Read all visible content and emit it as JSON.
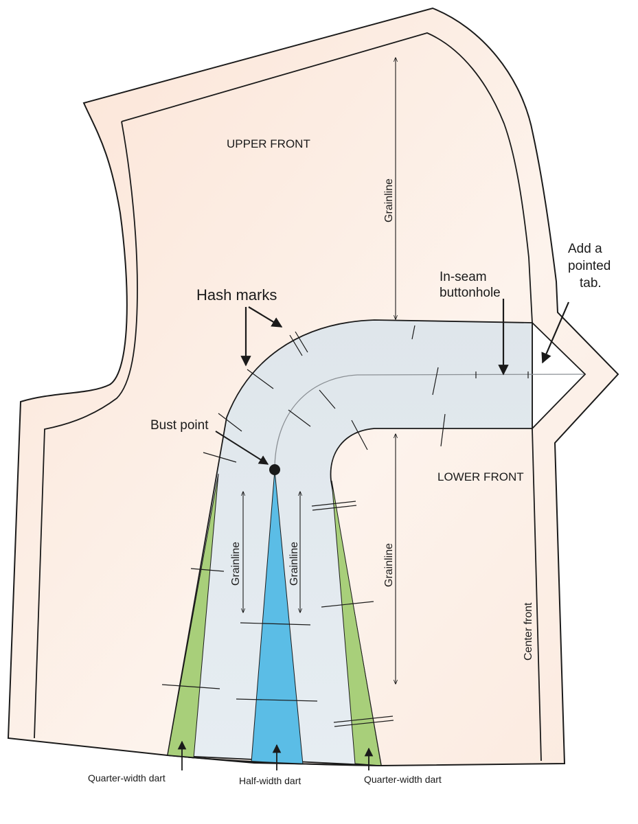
{
  "labels": {
    "upper_front": "UPPER FRONT",
    "lower_front": "LOWER FRONT",
    "hash_marks": "Hash marks",
    "bust_point": "Bust point",
    "inseam_line1": "In-seam",
    "inseam_line2": "buttonhole",
    "tab_line1": "Add a",
    "tab_line2": "pointed",
    "tab_line3": "tab.",
    "grainline": "Grainline",
    "center_front": "Center front",
    "quarter_dart_left": "Quarter-width dart",
    "half_dart": "Half-width dart",
    "quarter_dart_right": "Quarter-width dart"
  },
  "colors": {
    "paper": "#fbeee4",
    "band": "#dde4ea",
    "quarter_dart": "#a8cf7a",
    "half_dart": "#5bbde6",
    "outline": "#1a1a1a"
  }
}
